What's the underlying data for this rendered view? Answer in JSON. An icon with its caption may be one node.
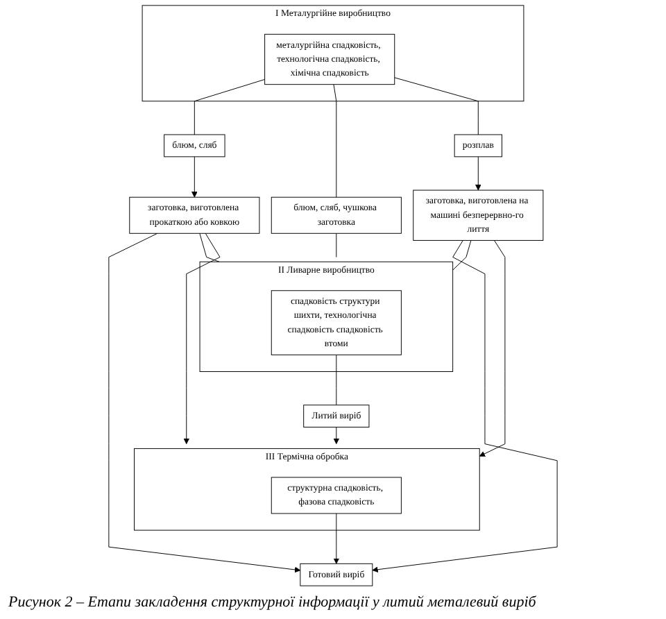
{
  "diagram": {
    "caption": "Рисунок 2 – Етапи закладення структурної інформації у литий металевий виріб",
    "nodes": [
      {
        "text": [
          "I Металургійне виробництво"
        ]
      },
      {
        "text": [
          "металургійна спадковість, технологічна спадковість, хімічна спадковість"
        ],
        "in": 0
      },
      {
        "text": [
          "заготовка, виготовлена прокаткою або ковкою"
        ]
      },
      {
        "text": [
          "блюм, сляб"
        ]
      },
      {
        "text": [
          "розплав"
        ]
      },
      {
        "text": [
          "заготовка, виготовлена на машині безперервно-го лиття"
        ]
      },
      {
        "text": [
          "блюм, сляб, чушкова заготовка"
        ]
      },
      {
        "text": [
          "II Ливарне виробництво"
        ]
      },
      {
        "text": [
          "спадковість структури шихти, технологічна спадковість спадковість втоми"
        ],
        "in": 7
      },
      {
        "text": [
          "Литий виріб"
        ]
      },
      {
        "text": [
          "III Термічна обробка"
        ]
      },
      {
        "text": [
          "структурна спадковість, фазова спадковість"
        ],
        "in": 10
      },
      {
        "text": [
          "Готовий виріб"
        ]
      }
    ],
    "edges": [
      {
        "from": 1,
        "to": 3,
        "arrow": "none"
      },
      {
        "from": 1,
        "to": 6,
        "arrow": "none"
      },
      {
        "from": 1,
        "to": 4,
        "arrow": "none"
      },
      {
        "from": 3,
        "to": 2,
        "arrow": "to"
      },
      {
        "from": 4,
        "to": 5,
        "arrow": "to"
      },
      {
        "from": 6,
        "to": 7,
        "arrow": "none"
      },
      {
        "from": 2,
        "to": 7,
        "arrow": "none"
      },
      {
        "from": 2,
        "to": 10,
        "arrow": "to"
      },
      {
        "from": 2,
        "to": 12,
        "arrow": "to"
      },
      {
        "from": 5,
        "to": 7,
        "arrow": "none"
      },
      {
        "from": 5,
        "to": 10,
        "arrow": "to"
      },
      {
        "from": 5,
        "to": 12,
        "arrow": "to"
      },
      {
        "from": 8,
        "to": 9,
        "arrow": "none"
      },
      {
        "from": 9,
        "to": 10,
        "arrow": "to"
      },
      {
        "from": 11,
        "to": 12,
        "arrow": "to"
      }
    ]
  }
}
